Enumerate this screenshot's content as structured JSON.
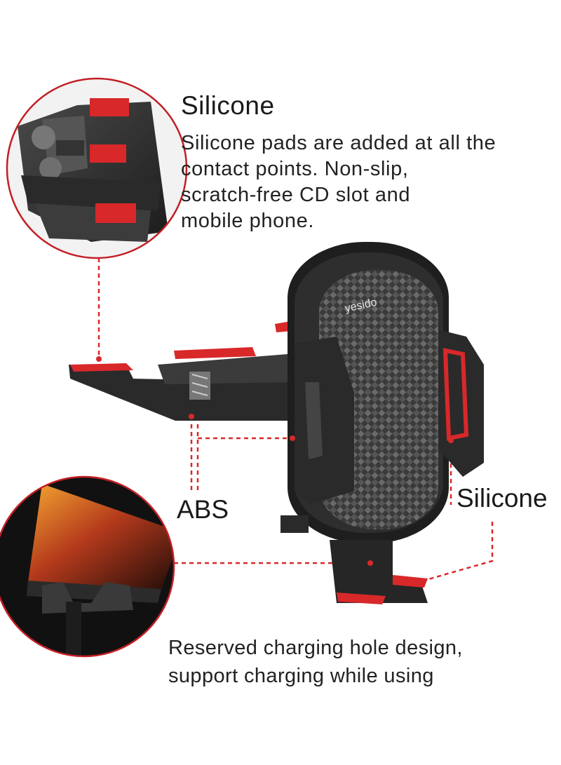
{
  "silicone_section": {
    "heading": "Silicone",
    "description_lines": [
      "Silicone pads are added at all the",
      "contact points. Non-slip,",
      "scratch-free CD slot and",
      "mobile phone."
    ]
  },
  "labels": {
    "abs": "ABS",
    "silicone_right": "Silicone"
  },
  "charging_section": {
    "caption_lines": [
      "Reserved charging hole design,",
      "support charging while using"
    ]
  },
  "brand": {
    "logo_text": "yesido"
  },
  "colors": {
    "accent_red": "#d8282a",
    "circle_border": "#c21f25",
    "body_dark": "#2b2b2b",
    "carbon_light": "#6a6a6a"
  }
}
